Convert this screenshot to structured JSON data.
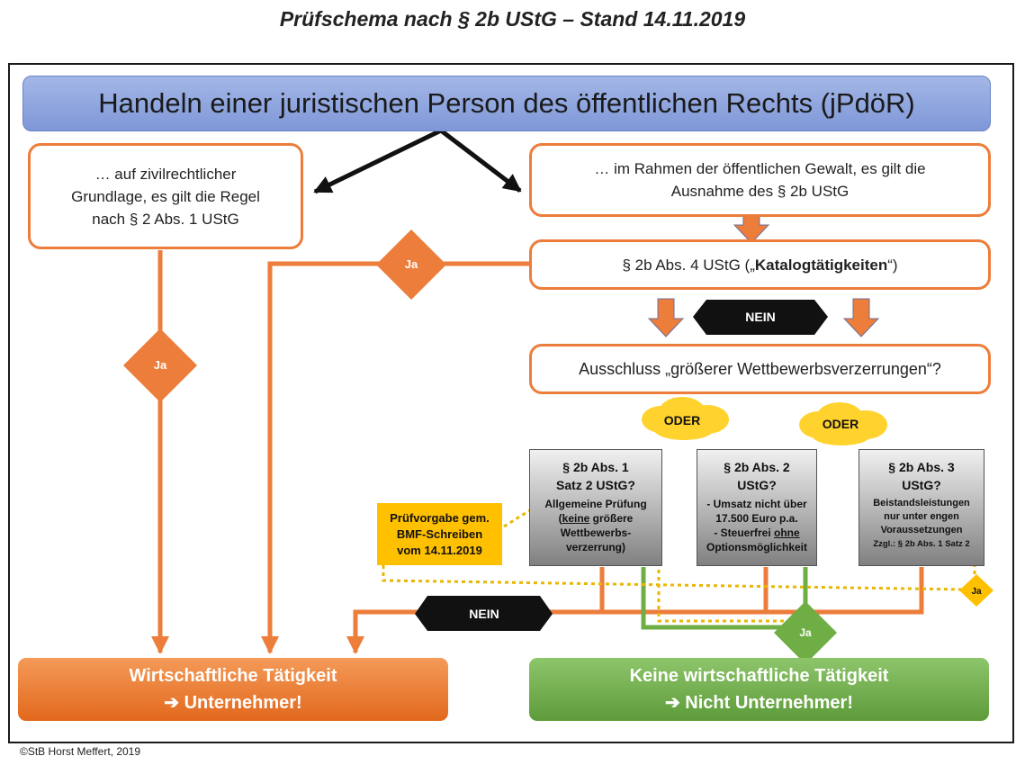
{
  "title": "Prüfschema nach § 2b UStG – Stand 14.11.2019",
  "header": "Handeln einer juristischen Person des öffentlichen Rechts (jPdöR)",
  "left_box": {
    "line1": "… auf zivilrechtlicher",
    "line2": "Grundlage, es gilt die Regel",
    "line3": "nach § 2 Abs. 1 UStG"
  },
  "right_box": {
    "line1": "… im Rahmen der öffentlichen Gewalt, es gilt die",
    "line2": "Ausnahme des § 2b UStG"
  },
  "katalog_box": {
    "prefix": "§ 2b Abs. 4 UStG („",
    "bold": "Katalogtätigkeiten",
    "suffix": "“)"
  },
  "ausschluss_box": "Ausschluss „größerer Wettbewerbsverzerrungen“?",
  "labels": {
    "ja": "Ja",
    "nein": "NEIN",
    "oder": "ODER"
  },
  "box_abs1": {
    "h1": "§ 2b Abs. 1",
    "h2": "Satz 2 UStG?",
    "t1": "Allgemeine Prüfung",
    "t2_open": "(",
    "t2_u": "keine",
    "t2_rest": " größere",
    "t3": "Wettbewerbs-",
    "t4": "verzerrung)"
  },
  "box_abs2": {
    "h1": "§ 2b Abs. 2",
    "h2": "UStG?",
    "t1": "- Umsatz nicht über",
    "t2": "17.500 Euro p.a.",
    "t3_pre": "- Steuerfrei ",
    "t3_u": "ohne",
    "t4": "Optionsmöglichkeit"
  },
  "box_abs3": {
    "h1": "§ 2b Abs. 3",
    "h2": "UStG?",
    "t1": "Beistandsleistungen",
    "t2": "nur unter engen",
    "t3": "Voraussetzungen",
    "t4": "Zzgl.: § 2b Abs. 1 Satz 2"
  },
  "pruefvorgabe": {
    "line1": "Prüfvorgabe gem.",
    "line2": "BMF-Schreiben",
    "line3": "vom 14.11.2019"
  },
  "result_left": {
    "line1": "Wirtschaftliche Tätigkeit",
    "line2": "➔ Unternehmer!"
  },
  "result_right": {
    "line1": "Keine wirtschaftliche Tätigkeit",
    "line2": "➔ Nicht Unternehmer!"
  },
  "copyright": "©StB Horst Meffert, 2019",
  "colors": {
    "orange": "#ec7d3a",
    "green": "#6fae45",
    "yellow": "#ffc000",
    "blue": "#8fa6e0"
  }
}
